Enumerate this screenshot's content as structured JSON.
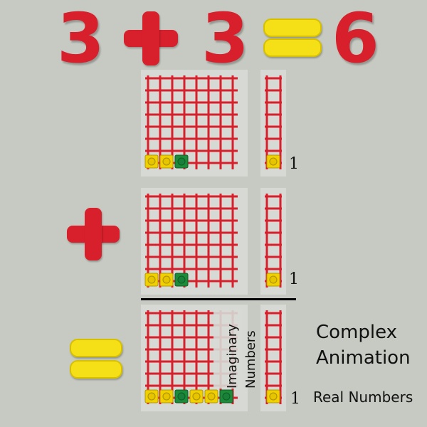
{
  "equation": {
    "left": "3",
    "right": "3",
    "result": "6",
    "plus_icon": "plus-icon",
    "equals_icon": "equals-icon"
  },
  "grids": {
    "one_label_top": "1",
    "one_label_middle": "1",
    "one_label_bottom": "1"
  },
  "labels": {
    "imaginary_1": "Imaginary",
    "imaginary_2": "Numbers",
    "title_1": "Complex",
    "title_2": "Animation",
    "real": "Real Numbers"
  },
  "colors": {
    "background": "#c6cac2",
    "grid_line": "#d8202c",
    "peg_yellow": "#f0d000",
    "peg_green": "#1c8c3a"
  }
}
